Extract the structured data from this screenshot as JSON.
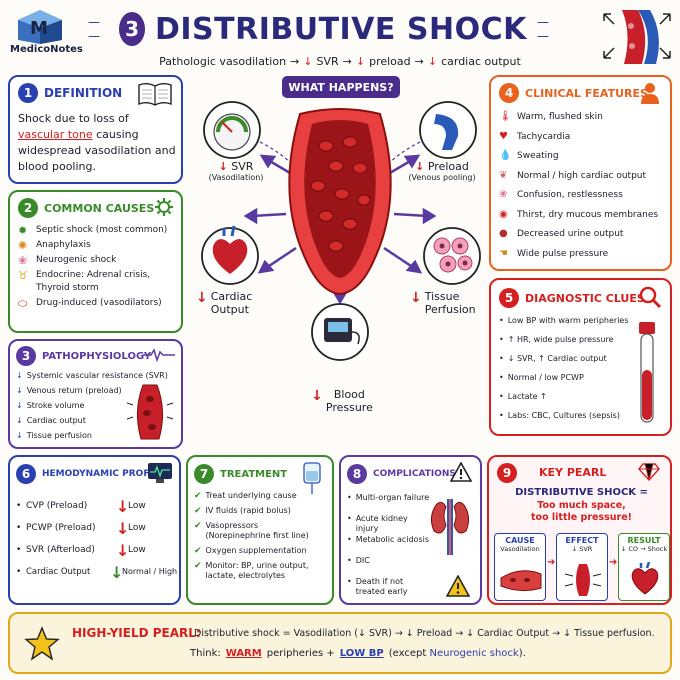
{
  "logo": {
    "letter": "M",
    "name": "MedicoNotes"
  },
  "title": {
    "number": "3",
    "text": "DISTRIBUTIVE SHOCK"
  },
  "flow": {
    "p1": "Pathologic vasodilation",
    "p2": "SVR",
    "p3": "preload",
    "p4": "cardiac output",
    "arrow": "→",
    "down": "↓"
  },
  "center": {
    "banner": "WHAT HAPPENS?",
    "svr": {
      "label": "SVR",
      "sub": "(Vasodilation)"
    },
    "preload": {
      "label": "Preload",
      "sub": "(Venous pooling)"
    },
    "co": {
      "label": "Cardiac\nOutput"
    },
    "tissue": {
      "label": "Tissue\nPerfusion"
    },
    "bp": {
      "label": "Blood\nPressure"
    }
  },
  "definition": {
    "number": "1",
    "title": "DEFINITION",
    "t1": "Shock due to loss of",
    "t2": "vascular tone",
    "t3": "causing widespread vasodilation and blood pooling."
  },
  "causes": {
    "number": "2",
    "title": "COMMON CAUSES",
    "items": [
      {
        "icon": "virus-icon",
        "text": "Septic shock (most common)"
      },
      {
        "icon": "allergy-icon",
        "text": "Anaphylaxis"
      },
      {
        "icon": "brain-icon",
        "text": "Neurogenic shock"
      },
      {
        "icon": "thyroid-icon",
        "text": "Endocrine: Adrenal crisis,\nThyroid storm"
      },
      {
        "icon": "pill-icon",
        "text": "Drug-induced (vasodilators)"
      }
    ]
  },
  "patho": {
    "number": "3",
    "title": "PATHOPHYSIOLOGY",
    "items": [
      "Systemic vascular resistance (SVR)",
      "Venous return (preload)",
      "Stroke volume",
      "Cardiac output",
      "Tissue perfusion"
    ]
  },
  "clinical": {
    "number": "4",
    "title": "CLINICAL FEATURES",
    "items": [
      {
        "icon": "thermometer-icon",
        "text": "Warm, flushed skin"
      },
      {
        "icon": "heartbeat-icon",
        "text": "Tachycardia"
      },
      {
        "icon": "droplets-icon",
        "text": "Sweating"
      },
      {
        "icon": "lungs-icon",
        "text": "Normal / high cardiac output"
      },
      {
        "icon": "brain-icon",
        "text": "Confusion, restlessness"
      },
      {
        "icon": "mouth-icon",
        "text": "Thirst, dry mucous membranes"
      },
      {
        "icon": "kidney-icon",
        "text": "Decreased urine output"
      },
      {
        "icon": "hand-icon",
        "text": "Wide pulse pressure"
      }
    ]
  },
  "diagnostic": {
    "number": "5",
    "title": "DIAGNOSTIC CLUES",
    "items": [
      "Low BP with warm peripheries",
      "↑ HR, wide pulse pressure",
      "↓ SVR, ↑ Cardiac output",
      "Normal / low PCWP",
      "Lactate ↑",
      "Labs: CBC, Cultures (sepsis)"
    ]
  },
  "hemo": {
    "number": "6",
    "title": "HEMODYNAMIC PROFILE",
    "rows": [
      {
        "param": "CVP (Preload)",
        "arrow": "↓",
        "value": "Low"
      },
      {
        "param": "PCWP (Preload)",
        "arrow": "↓",
        "value": "Low"
      },
      {
        "param": "SVR (Afterload)",
        "arrow": "↓",
        "value": "Low"
      },
      {
        "param": "Cardiac Output",
        "arrow": "↓",
        "value": "Normal / High"
      }
    ]
  },
  "treatment": {
    "number": "7",
    "title": "TREATMENT",
    "items": [
      "Treat underlying cause",
      "IV fluids (rapid bolus)",
      "Vasopressors\n(Norepinephrine first line)",
      "Oxygen supplementation",
      "Monitor: BP, urine output,\nlactate, electrolytes"
    ]
  },
  "complications": {
    "number": "8",
    "title": "COMPLICATIONS",
    "items": [
      "Multi-organ failure",
      "Acute kidney injury",
      "Metabolic acidosis",
      "DIC",
      "Death if not\ntreated early"
    ]
  },
  "pearl": {
    "number": "9",
    "title": "KEY PEARL",
    "line1": "DISTRIBUTIVE SHOCK =",
    "line2": "Too much space,",
    "line3": "too little pressure!",
    "cause": {
      "title": "CAUSE",
      "sub": "Vasodilation"
    },
    "effect": {
      "title": "EFFECT",
      "sub": "↓ SVR"
    },
    "result": {
      "title": "RESULT",
      "sub": "↓ CO → Shock"
    }
  },
  "hy": {
    "label": "HIGH-YIELD PEARL:",
    "line1": "Distributive shock = Vasodilation (↓ SVR) → ↓ Preload → ↓ Cardiac Output → ↓ Tissue perfusion.",
    "think": "Think:",
    "warm": "WARM",
    "mid": "peripheries +",
    "lowbp": "LOW BP",
    "exceptPre": "(except",
    "except": "Neurogenic shock",
    "exceptPost": ")."
  },
  "colors": {
    "navy": "#2b2a7a",
    "red": "#d42020",
    "blue": "#2a3fb0",
    "green": "#3a8a2a",
    "purple": "#5a3aa0",
    "orange": "#e8621e",
    "gold": "#e0a81a",
    "pink": "#e07090"
  }
}
